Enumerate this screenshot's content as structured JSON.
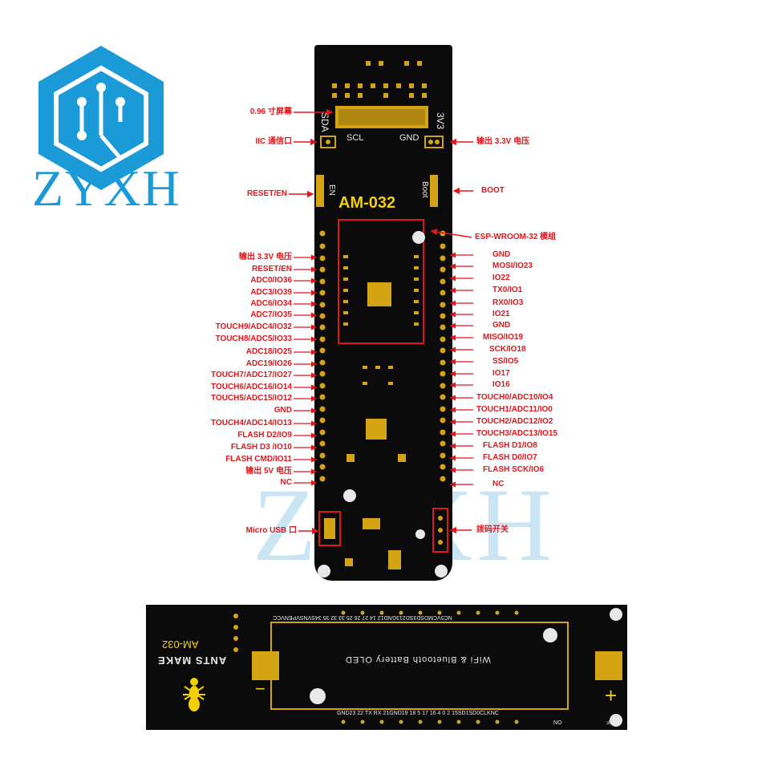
{
  "logo": {
    "text": "ZYXH"
  },
  "watermark": {
    "text": "ZYXH"
  },
  "board": {
    "model": "AM-032",
    "silk": {
      "sda": "SDA",
      "scl": "SCL",
      "gnd": "GND",
      "v33": "3V3",
      "en": "EN",
      "boot": "Boot"
    }
  },
  "callouts": {
    "oled": "0.96 寸屏幕",
    "iic": "IIC 通信口",
    "out33_top": "输出 3.3V 电压",
    "reset": "RESET/EN",
    "boot": "BOOT",
    "esp": "ESP-WROOM-32 模组",
    "usb": "Micro USB 口",
    "dial": "拨码开关"
  },
  "left_pins": [
    "输出 3.3V 电压",
    "RESET/EN",
    "ADC0/IO36",
    "ADC3/IO39",
    "ADC6/IO34",
    "ADC7/IO35",
    "TOUCH9/ADC4/IO32",
    "TOUCH8/ADC5/IO33",
    "ADC18/IO25",
    "ADC19/IO26",
    "TOUCH7/ADC17/IO27",
    "TOUCH6/ADC16/IO14",
    "TOUCH5/ADC15/IO12",
    "GND",
    "TOUCH4/ADC14/IO13",
    "FLASH D2/IO9",
    "FLASH D3 /IO10",
    "FLASH CMD/IO11",
    "输出 5V 电压",
    "NC"
  ],
  "right_pins": [
    "GND",
    "MOSI/IO23",
    "IO22",
    "TX0/IO1",
    "RX0/IO3",
    "IO21",
    "GND",
    "MISO/IO19",
    "SCK/IO18",
    "SS/IO5",
    "IO17",
    "IO16",
    "TOUCH0/ADC10/IO4",
    "TOUCH1/ADC11/IO0",
    "TOUCH2/ADC12/IO2",
    "TOUCH3/ADC13/IO15",
    "FLASH D1/IO8",
    "FLASH D0/IO7",
    "FLASH SCK/IO6",
    "NC"
  ],
  "back": {
    "model": "AM-032",
    "brand": "ANTS MAKE",
    "desc": "WiFi & Bluetooth Battery OLED",
    "top_row": "NC5VCMDSD3SD213GND12 14 27 26 25 33 32 35 34SVNSVPENVCC",
    "bottom_row": "GND23 22 TX RX 21GND19 18 5 17 16 4 0 2 15SD1SD0CLKNC",
    "minus": "−",
    "plus": "+",
    "on": "ON",
    "off": "OFF"
  },
  "colors": {
    "callout": "#e1161c",
    "board": "#0b0b0b",
    "pad": "#d4a414",
    "logo": "#1a9ad6",
    "model": "#f2d000"
  }
}
